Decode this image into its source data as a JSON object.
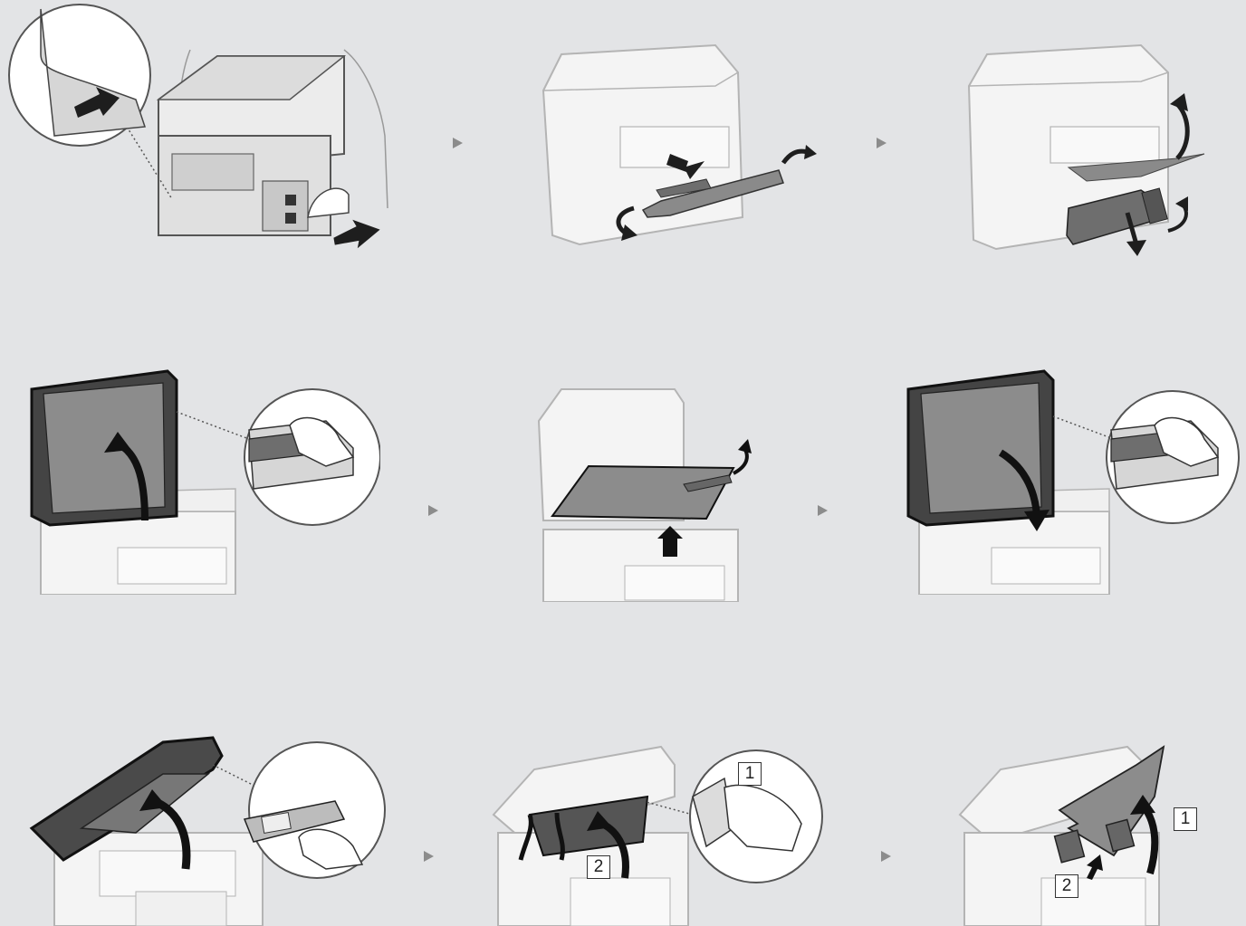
{
  "steps": [
    {
      "id": "move-machine",
      "row": 1
    },
    {
      "id": "remove-packing-tape-front",
      "row": 1
    },
    {
      "id": "open-output-tray",
      "row": 1
    },
    {
      "id": "open-platen-cover",
      "row": 2
    },
    {
      "id": "remove-protective-sheet",
      "row": 2
    },
    {
      "id": "close-platen-cover",
      "row": 2
    },
    {
      "id": "lift-scanning-platform",
      "row": 3
    },
    {
      "id": "open-toner-cover",
      "row": 3
    },
    {
      "id": "remove-packing-materials",
      "row": 3
    }
  ],
  "labels": {
    "step8_num1": "1",
    "step8_num2": "2",
    "step9_num1": "1",
    "step9_num2": "2"
  },
  "colors": {
    "background": "#e3e4e6",
    "machine_fill": "#f4f4f4",
    "machine_stroke": "#b4b4b4",
    "dark_part": "#6e6e6e",
    "arrow": "#1e1e1e",
    "step_arrow": "#8c8c8c"
  },
  "icons": {
    "step_separator": "play-triangle-icon",
    "motion_arrow": "curved-arrow-icon",
    "zoom_callout": "magnifier-circle"
  }
}
